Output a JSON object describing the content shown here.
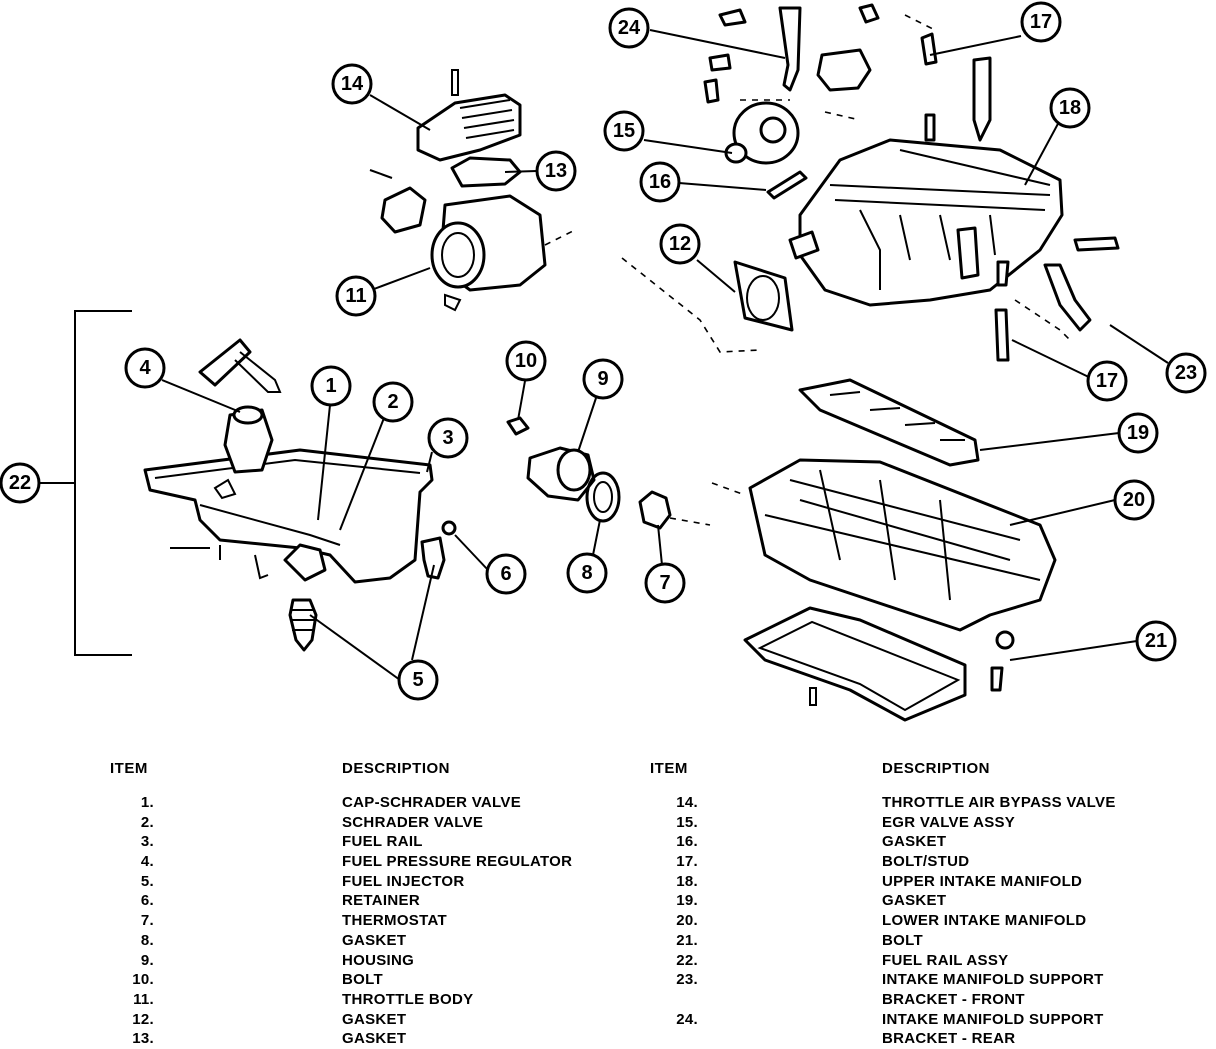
{
  "legend": {
    "header_item": "ITEM",
    "header_description": "DESCRIPTION",
    "left": [
      {
        "item": "1.",
        "desc": "CAP-SCHRADER VALVE"
      },
      {
        "item": "2.",
        "desc": "SCHRADER VALVE"
      },
      {
        "item": "3.",
        "desc": "FUEL RAIL"
      },
      {
        "item": "4.",
        "desc": "FUEL PRESSURE REGULATOR"
      },
      {
        "item": "5.",
        "desc": "FUEL INJECTOR"
      },
      {
        "item": "6.",
        "desc": "RETAINER"
      },
      {
        "item": "7.",
        "desc": "THERMOSTAT"
      },
      {
        "item": "8.",
        "desc": "GASKET"
      },
      {
        "item": "9.",
        "desc": "HOUSING"
      },
      {
        "item": "10.",
        "desc": "BOLT"
      },
      {
        "item": "11.",
        "desc": "THROTTLE BODY"
      },
      {
        "item": "12.",
        "desc": "GASKET"
      },
      {
        "item": "13.",
        "desc": "GASKET"
      }
    ],
    "right": [
      {
        "item": "14.",
        "desc": "THROTTLE AIR BYPASS VALVE"
      },
      {
        "item": "15.",
        "desc": "EGR VALVE ASSY"
      },
      {
        "item": "16.",
        "desc": "GASKET"
      },
      {
        "item": "17.",
        "desc": "BOLT/STUD"
      },
      {
        "item": "18.",
        "desc": "UPPER INTAKE MANIFOLD"
      },
      {
        "item": "19.",
        "desc": "GASKET"
      },
      {
        "item": "20.",
        "desc": "LOWER INTAKE MANIFOLD"
      },
      {
        "item": "21.",
        "desc": "BOLT"
      },
      {
        "item": "22.",
        "desc": "FUEL RAIL ASSY"
      },
      {
        "item": "23.",
        "desc": "INTAKE MANIFOLD SUPPORT"
      },
      {
        "item": "",
        "desc": "BRACKET - FRONT"
      },
      {
        "item": "24.",
        "desc": "INTAKE MANIFOLD SUPPORT"
      },
      {
        "item": "",
        "desc": "BRACKET - REAR"
      }
    ]
  },
  "callouts": {
    "c1": "1",
    "c2": "2",
    "c3": "3",
    "c4": "4",
    "c5": "5",
    "c6": "6",
    "c7": "7",
    "c8": "8",
    "c9": "9",
    "c10": "10",
    "c11": "11",
    "c12": "12",
    "c13": "13",
    "c14": "14",
    "c15": "15",
    "c16": "16",
    "c17a": "17",
    "c17b": "17",
    "c18": "18",
    "c19": "19",
    "c20": "20",
    "c21": "21",
    "c22": "22",
    "c23": "23",
    "c24": "24"
  }
}
